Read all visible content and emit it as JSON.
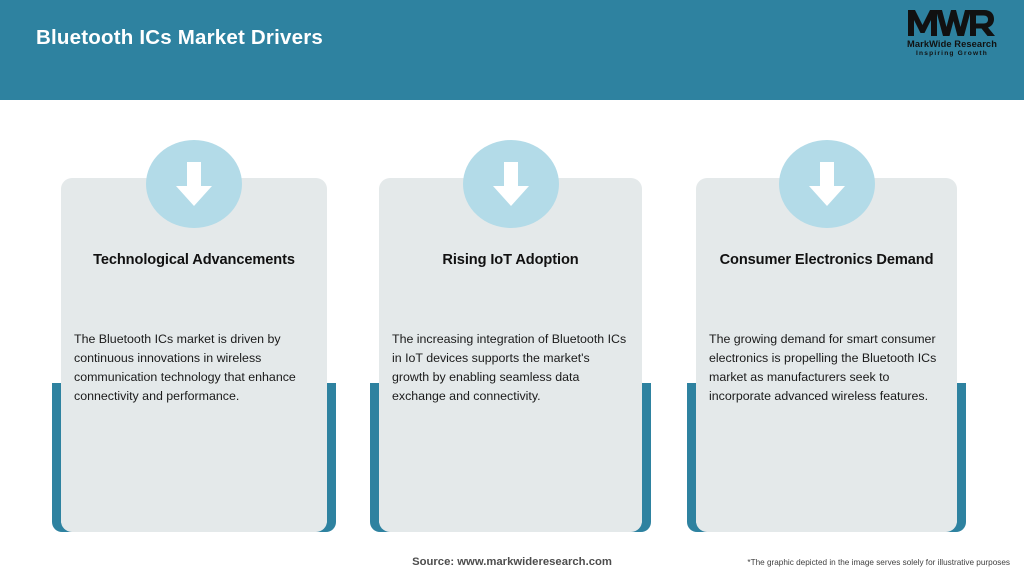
{
  "header": {
    "title": "Bluetooth ICs Market Drivers",
    "bg_color": "#2e82a0",
    "logo": {
      "mark": "MWR",
      "name": "MarkWide Research",
      "tagline": "Inspiring Growth"
    }
  },
  "cards": [
    {
      "icon": "down-arrow-icon",
      "title": "Technological Advancements",
      "body": "The Bluetooth ICs market is driven by continuous innovations in wireless communication technology that enhance connectivity and performance."
    },
    {
      "icon": "down-arrow-icon",
      "title": "Rising IoT Adoption",
      "body": "The increasing integration of Bluetooth ICs in IoT devices supports the market's growth by enabling seamless data exchange and connectivity."
    },
    {
      "icon": "down-arrow-icon",
      "title": "Consumer Electronics Demand",
      "body": "The growing demand for smart consumer electronics is propelling the Bluetooth ICs market as manufacturers seek to incorporate advanced wireless features."
    }
  ],
  "footer": {
    "source": "Source: www.markwideresearch.com",
    "disclaimer": "*The graphic depicted in the image serves solely for illustrative purposes"
  },
  "colors": {
    "teal": "#2e82a0",
    "card_bg": "#e4e9ea",
    "badge_bg": "#b3dbe8",
    "page_bg": "#ffffff"
  }
}
